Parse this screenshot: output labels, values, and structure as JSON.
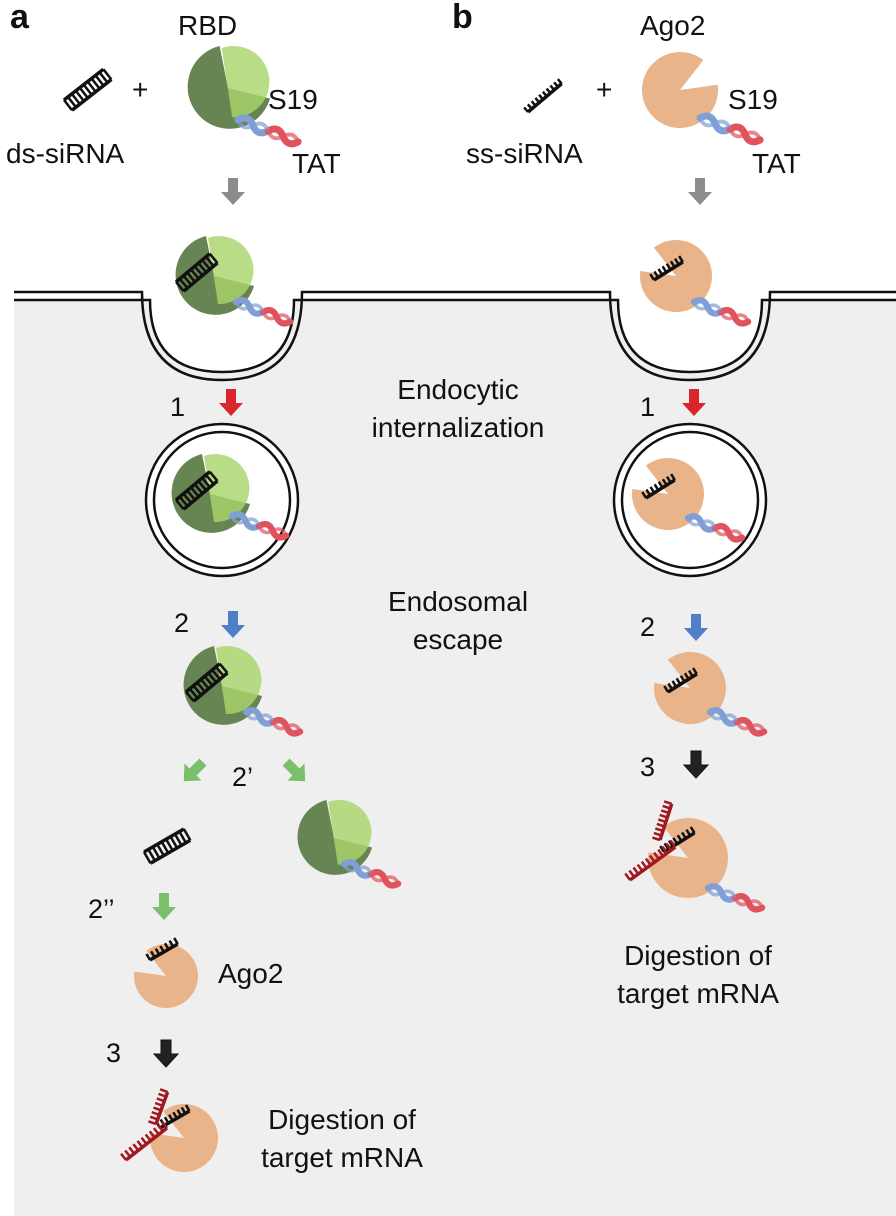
{
  "panels": {
    "a": {
      "letter": "a",
      "rbd": "RBD",
      "plus": "+",
      "ds_sirna": "ds-siRNA",
      "s19": "S19",
      "tat": "TAT",
      "step1": "1",
      "step2": "2",
      "step2p": "2’",
      "step2pp": "2’’",
      "ago2": "Ago2",
      "step3": "3",
      "digestion_line1": "Digestion of",
      "digestion_line2": "target mRNA"
    },
    "b": {
      "letter": "b",
      "ago2": "Ago2",
      "plus": "+",
      "ss_sirna": "ss-siRNA",
      "s19": "S19",
      "tat": "TAT",
      "step1": "1",
      "step2": "2",
      "step3": "3",
      "digestion_line1": "Digestion of",
      "digestion_line2": "target mRNA"
    }
  },
  "center_labels": {
    "endocytic_line1": "Endocytic",
    "endocytic_line2": "internalization",
    "endosomal_line1": "Endosomal",
    "endosomal_line2": "escape"
  },
  "colors": {
    "rbd_dark": "#5f7d4a",
    "rbd_light": "#a9d46b",
    "ago2": "#e9b48a",
    "tat_blue": "#7f9fd6",
    "tat_red": "#e0525c",
    "arrow_gray": "#8c8c8c",
    "arrow_red": "#d9252b",
    "arrow_blue": "#4f7fc9",
    "arrow_green": "#78c06a",
    "arrow_black": "#222222",
    "mrna": "#a0191f",
    "cell_bg": "#efefef"
  }
}
